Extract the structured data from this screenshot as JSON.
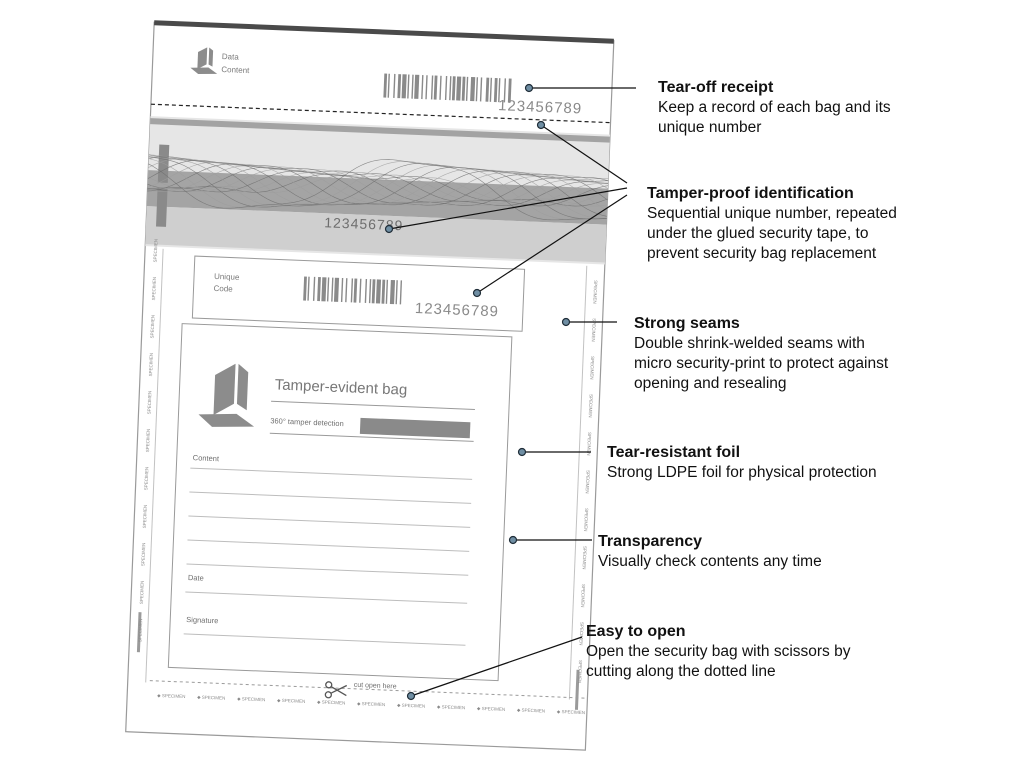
{
  "bag": {
    "header_label_1": "Data",
    "header_label_2": "Content",
    "serial_number": "123456789",
    "tape_serial_number": "123456789",
    "unique_code_label_1": "Unique",
    "unique_code_label_2": "Code",
    "code_serial_number": "123456789",
    "form_title": "Tamper-evident bag",
    "tamper_detection_label": "360° tamper detection",
    "field_content_label": "Content",
    "field_date_label": "Date",
    "field_signature_label": "Signature",
    "cut_label": "cut open here",
    "seam_print_text": "SPECIMEN"
  },
  "callouts": [
    {
      "title": "Tear-off receipt",
      "lines": [
        "Keep a record of each bag and its",
        "unique number"
      ]
    },
    {
      "title": "Tamper-proof identification",
      "lines": [
        "Sequential unique number, repeated",
        "under the glued security tape, to",
        "prevent security bag replacement"
      ]
    },
    {
      "title": "Strong seams",
      "lines": [
        "Double shrink-welded seams with",
        "micro security-print to protect against",
        "opening and resealing"
      ]
    },
    {
      "title": "Tear-resistant foil",
      "lines": [
        "Strong LDPE foil for physical protection"
      ]
    },
    {
      "title": "Transparency",
      "lines": [
        "Visually check contents any time"
      ]
    },
    {
      "title": "Easy to open",
      "lines": [
        "Open the security bag with scissors by",
        "cutting along the dotted line"
      ]
    }
  ],
  "colors": {
    "ink": "#111111",
    "outline": "#9a9a9a",
    "line_gray": "#bdbdbd",
    "tape_dark": "#7d7d7d",
    "tape_light": "#d4d4d4",
    "dot_fill": "#6f8ea3",
    "dot_stroke": "#1f2d38",
    "top_bar": "#4a4a4a",
    "logo": "#8c8c8c",
    "number": "#8a8a8a"
  }
}
